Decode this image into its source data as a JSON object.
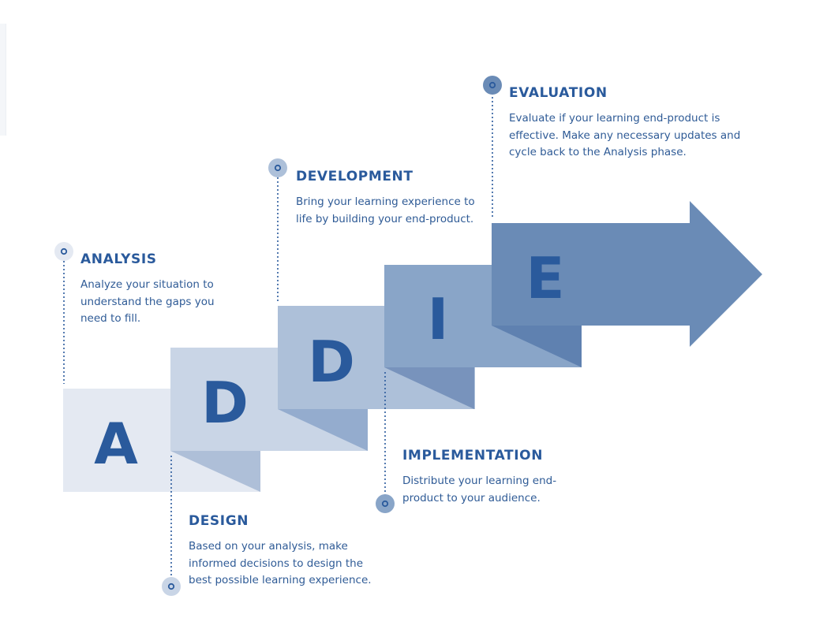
{
  "colors": {
    "text": "#2a5a9c",
    "step_a": "#e4e9f2",
    "step_d1": "#c9d5e6",
    "step_d2": "#adc0d9",
    "step_i": "#89a5c8",
    "step_e": "#6a8bb6"
  },
  "letters": {
    "a": "A",
    "d1": "D",
    "d2": "D",
    "i": "I",
    "e": "E"
  },
  "phases": {
    "analysis": {
      "title": "ANALYSIS",
      "desc_lines": [
        "Analyze your situation to",
        "understand the gaps you",
        "need to fill."
      ]
    },
    "design": {
      "title": "DESIGN",
      "desc_lines": [
        "Based on your analysis, make",
        "informed decisions to design the",
        "best possible learning experience."
      ]
    },
    "development": {
      "title": "DEVELOPMENT",
      "desc_lines": [
        "Bring your learning experience to",
        "life by building your end-product."
      ]
    },
    "implementation": {
      "title": "IMPLEMENTATION",
      "desc_lines": [
        "Distribute your learning end-",
        "product to your audience."
      ]
    },
    "evaluation": {
      "title": "EVALUATION",
      "desc_lines": [
        "Evaluate if your learning end-product is",
        "effective. Make any necessary updates and",
        "cycle back to the Analysis phase."
      ]
    }
  }
}
